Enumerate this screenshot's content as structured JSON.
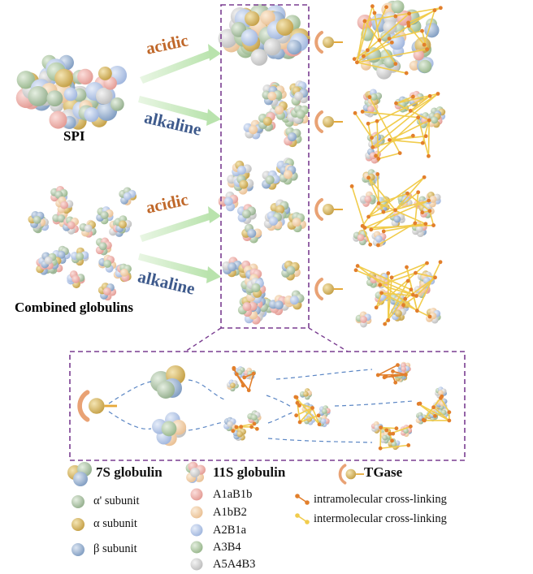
{
  "labels": {
    "spi": "SPI",
    "combined": "Combined globulins",
    "acidic_top": "acidic",
    "alkaline_top": "alkaline",
    "acidic_bottom": "acidic",
    "alkaline_bottom": "alkaline"
  },
  "legend": {
    "g7s": "7S globulin",
    "g11s": "11S globulin",
    "tgase": "TGase",
    "alpha_prime": "α' subunit",
    "alpha": "α subunit",
    "beta": "β subunit",
    "s1": "A1aB1b",
    "s2": "A1bB2",
    "s3": "A2B1a",
    "s4": "A3B4",
    "s5": "A5A4B3",
    "intra": "intramolecular cross-linking",
    "inter": "intermolecular cross-linking"
  },
  "colors": {
    "alpha_prime": "#a9c2a2",
    "alpha": "#d3b35f",
    "beta": "#8faacb",
    "A1aB1b": "#eba8a2",
    "A1bB2": "#f0cda7",
    "A2B1a": "#b0c2e3",
    "A3B4": "#aac59f",
    "A5A4B3": "#cfcfcf",
    "frame": "#7a3d91",
    "acidic": "#c0682a",
    "alkaline": "#3e5a8c",
    "tgase": "#f5cf5c",
    "tgase_arc": "#e9a274",
    "intra": "#e27f2c",
    "inter": "#f1cc4c"
  }
}
